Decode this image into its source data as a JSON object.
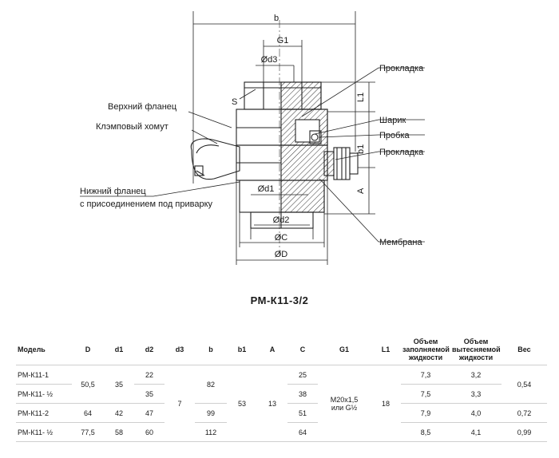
{
  "dimensions": {
    "b": "b",
    "G1": "G1",
    "d3": "Ød3",
    "S": "S",
    "L1": "L1",
    "b1": "b1",
    "A": "A",
    "d1": "Ød1",
    "d2": "Ød2",
    "C": "ØC",
    "D": "ØD"
  },
  "callouts": {
    "upper_flange": "Верхний фланец",
    "clamp": "Клэмповый хомут",
    "lower_flange_1": "Нижний фланец",
    "lower_flange_2": "с присоединением под приварку",
    "gasket_top": "Прокладка",
    "ball": "Шарик",
    "plug": "Пробка",
    "gasket_bottom": "Прокладка",
    "membrane": "Мембрана"
  },
  "title": "РМ-К11-3/2",
  "table": {
    "headers": {
      "model": "Модель",
      "D": "D",
      "d1": "d1",
      "d2": "d2",
      "d3": "d3",
      "b": "b",
      "b1": "b1",
      "A": "A",
      "C": "C",
      "G1": "G1",
      "L1": "L1",
      "fill_vol": "Объем заполняемой жидкости",
      "disp_vol": "Объем вытесняемой жидкости",
      "weight": "Вес"
    },
    "rows": [
      {
        "model": "РМ-К11-1",
        "d2": "22",
        "C": "25",
        "fill": "7,3",
        "disp": "3,2"
      },
      {
        "model": "РМ-К11- ½",
        "d2": "35",
        "C": "38",
        "fill": "7,5",
        "disp": "3,3"
      },
      {
        "model": "РМ-К11-2",
        "d2": "47",
        "C": "51",
        "fill": "7,9",
        "disp": "4,0"
      },
      {
        "model": "РМ-К11- ½",
        "d2": "60",
        "C": "64",
        "fill": "8,5",
        "disp": "4,1"
      }
    ],
    "merged": {
      "D_12": "50,5",
      "d1_12": "35",
      "b_12": "82",
      "weight_12": "0,54",
      "D_3": "64",
      "d1_3": "42",
      "b_3": "99",
      "weight_3": "0,72",
      "D_4": "77,5",
      "d1_4": "58",
      "b_4": "112",
      "weight_4": "0,99",
      "d3_all": "7",
      "b1_all": "53",
      "A_all": "13",
      "L1_all": "18",
      "G1_line1": "M20x1,5",
      "G1_line2": "или G½"
    }
  }
}
